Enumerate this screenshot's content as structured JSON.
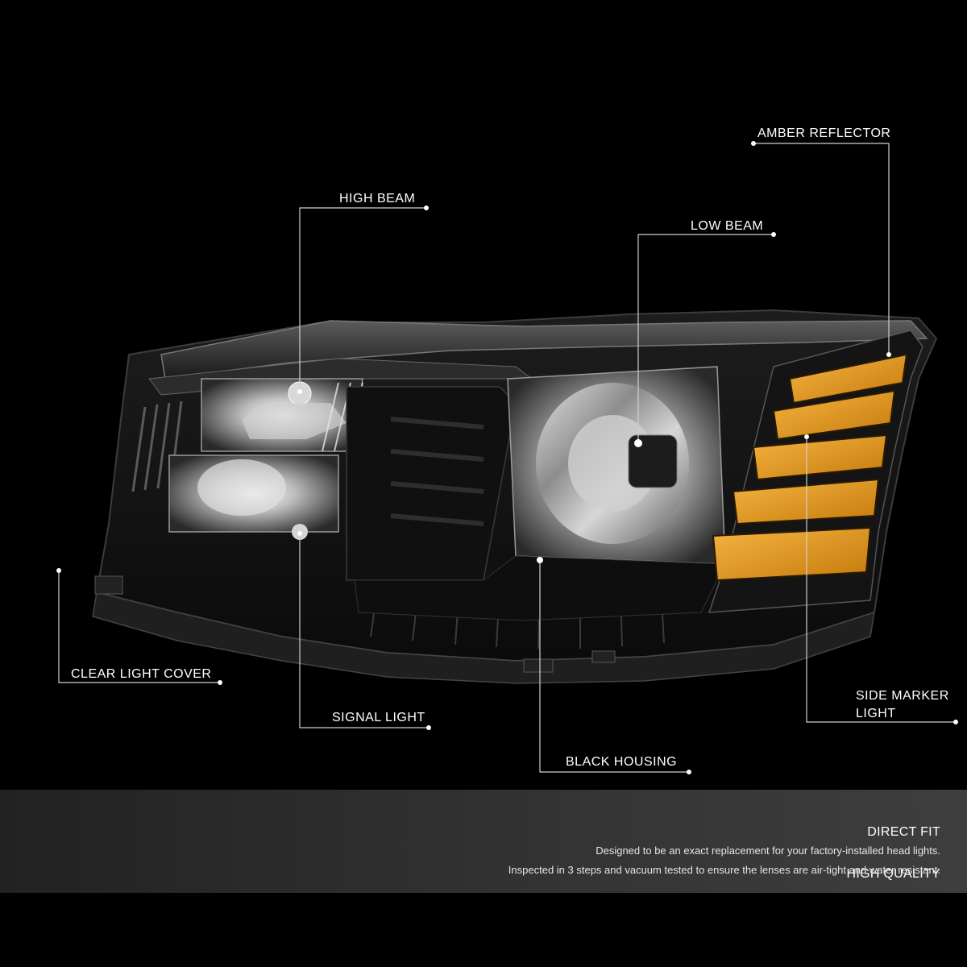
{
  "colors": {
    "background": "#000000",
    "housing": "#141414",
    "chrome": "#b8b8b8",
    "amber": "#e39a1c",
    "callout_line": "#cfcfcf",
    "panel": "#3a3a3a"
  },
  "callouts": {
    "amber_reflector": "AMBER REFLECTOR",
    "high_beam": "HIGH BEAM",
    "low_beam": "LOW BEAM",
    "clear_light_cover": "CLEAR LIGHT COVER",
    "signal_light": "SIGNAL LIGHT",
    "side_marker_line1": "SIDE MARKER",
    "side_marker_line2": "LIGHT",
    "black_housing": "BLACK HOUSING"
  },
  "features": [
    {
      "title": "DIRECT FIT",
      "description": "Designed to be an exact replacement for your factory-installed head lights."
    },
    {
      "title": "HIGH QUALITY",
      "description": "Inspected in 3 steps and vacuum tested to ensure the lenses are air-tight and water resistant."
    }
  ]
}
